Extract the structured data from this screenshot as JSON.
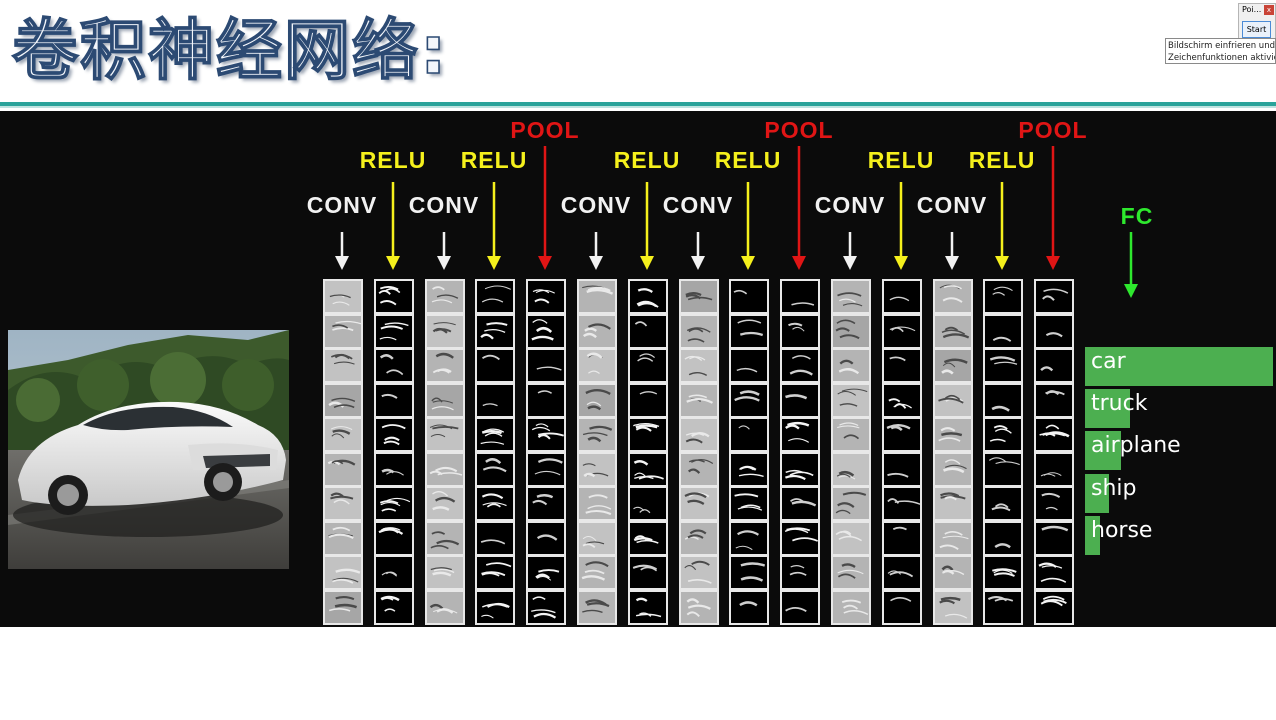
{
  "slide": {
    "title": "卷积神经网络:"
  },
  "diagram": {
    "layers": [
      {
        "label": "CONV",
        "kind": "conv",
        "cells": [
          6,
          5,
          6,
          4,
          6,
          5,
          6,
          5,
          6,
          4
        ]
      },
      {
        "label": "RELU",
        "kind": "relu",
        "cells": [
          3,
          2,
          1,
          0,
          2,
          1,
          3,
          2,
          1,
          2
        ]
      },
      {
        "label": "CONV",
        "kind": "conv",
        "cells": [
          5,
          6,
          5,
          4,
          6,
          5,
          6,
          5,
          6,
          5
        ]
      },
      {
        "label": "RELU",
        "kind": "relu",
        "cells": [
          1,
          2,
          0,
          0,
          3,
          1,
          2,
          0,
          2,
          2
        ]
      },
      {
        "label": "POOL",
        "kind": "pool",
        "cells": [
          2,
          2,
          0,
          0,
          3,
          1,
          1,
          0,
          2,
          2
        ]
      },
      {
        "label": "CONV",
        "kind": "conv",
        "cells": [
          5,
          5,
          6,
          4,
          5,
          6,
          5,
          6,
          5,
          5
        ]
      },
      {
        "label": "RELU",
        "kind": "relu",
        "cells": [
          2,
          0,
          1,
          0,
          2,
          3,
          1,
          2,
          1,
          2
        ]
      },
      {
        "label": "CONV",
        "kind": "conv",
        "cells": [
          4,
          5,
          6,
          5,
          6,
          5,
          6,
          5,
          6,
          5
        ]
      },
      {
        "label": "RELU",
        "kind": "relu",
        "cells": [
          0,
          1,
          0,
          1,
          0,
          2,
          2,
          1,
          1,
          0
        ]
      },
      {
        "label": "POOL",
        "kind": "pool",
        "cells": [
          0,
          1,
          1,
          0,
          2,
          2,
          1,
          2,
          1,
          0
        ]
      },
      {
        "label": "CONV",
        "kind": "conv",
        "cells": [
          5,
          4,
          5,
          6,
          5,
          6,
          5,
          6,
          5,
          5
        ]
      },
      {
        "label": "RELU",
        "kind": "relu",
        "cells": [
          0,
          1,
          0,
          2,
          1,
          0,
          1,
          0,
          1,
          0
        ]
      },
      {
        "label": "CONV",
        "kind": "conv",
        "cells": [
          5,
          5,
          4,
          6,
          5,
          5,
          6,
          5,
          5,
          6
        ]
      },
      {
        "label": "RELU",
        "kind": "relu",
        "cells": [
          1,
          0,
          1,
          0,
          2,
          1,
          1,
          0,
          2,
          1
        ]
      },
      {
        "label": "POOL",
        "kind": "pool",
        "cells": [
          1,
          0,
          0,
          1,
          3,
          1,
          1,
          0,
          2,
          2
        ]
      }
    ],
    "fc_label": "FC",
    "scores": [
      {
        "label": "car",
        "value": 1.0
      },
      {
        "label": "truck",
        "value": 0.24
      },
      {
        "label": "airplane",
        "value": 0.19
      },
      {
        "label": "ship",
        "value": 0.13
      },
      {
        "label": "horse",
        "value": 0.08
      }
    ],
    "colors": {
      "conv": "#f2f2f2",
      "relu": "#f5f01c",
      "pool": "#e01515",
      "fc": "#2ee82e",
      "score_bar": "#4caf50",
      "title_outline": "#2c4a73",
      "accent_rule": "#2aa39a"
    }
  },
  "popup": {
    "title": "Poi...",
    "close": "x",
    "start_button": "Start",
    "tooltip_line1": "Bildschirm einfrieren und",
    "tooltip_line2": "Zeichenfunktionen aktivieren"
  }
}
